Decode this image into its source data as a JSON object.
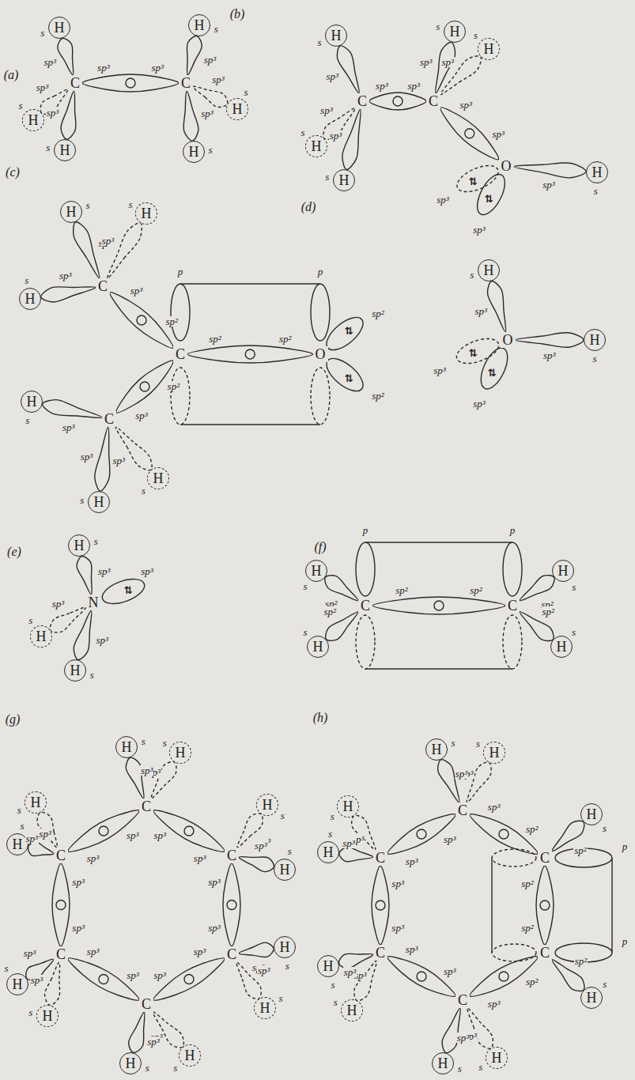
{
  "diagram": {
    "nodes": [
      {
        "text": [
          "C"
        ]
      },
      {
        "text": [
          "C"
        ]
      },
      {
        "text": [
          "H"
        ]
      },
      {
        "text": [
          "H"
        ]
      },
      {
        "text": [
          "H"
        ]
      },
      {
        "text": [
          "H"
        ]
      },
      {
        "text": [
          "H"
        ]
      },
      {
        "text": [
          "H"
        ]
      },
      {
        "text": [
          "C"
        ]
      },
      {
        "text": [
          "C"
        ]
      },
      {
        "text": [
          "H"
        ]
      },
      {
        "text": [
          "H"
        ]
      },
      {
        "text": [
          "H"
        ]
      },
      {
        "text": [
          "H"
        ]
      },
      {
        "text": [
          "H"
        ]
      },
      {
        "text": [
          "O"
        ]
      },
      {
        "text": [
          "H"
        ]
      },
      {
        "text": [
          "C"
        ]
      },
      {
        "text": [
          "C"
        ]
      },
      {
        "text": [
          "C"
        ]
      },
      {
        "text": [
          "O"
        ]
      },
      {
        "text": [
          "H"
        ]
      },
      {
        "text": [
          "H"
        ]
      },
      {
        "text": [
          "H"
        ]
      },
      {
        "text": [
          "H"
        ]
      },
      {
        "text": [
          "H"
        ]
      },
      {
        "text": [
          "H"
        ]
      },
      {
        "text": [
          "O"
        ]
      },
      {
        "text": [
          "H"
        ]
      },
      {
        "text": [
          "H"
        ]
      },
      {
        "text": [
          "N"
        ]
      },
      {
        "text": [
          "H"
        ]
      },
      {
        "text": [
          "H"
        ]
      },
      {
        "text": [
          "H"
        ]
      },
      {
        "text": [
          "C"
        ]
      },
      {
        "text": [
          "C"
        ]
      },
      {
        "text": [
          "H"
        ]
      },
      {
        "text": [
          "H"
        ]
      },
      {
        "text": [
          "H"
        ]
      },
      {
        "text": [
          "H"
        ]
      },
      {
        "text": [
          "C"
        ]
      },
      {
        "text": [
          "C"
        ]
      },
      {
        "text": [
          "C"
        ]
      },
      {
        "text": [
          "C"
        ]
      },
      {
        "text": [
          "C"
        ]
      },
      {
        "text": [
          "C"
        ]
      },
      {
        "text": [
          "H"
        ]
      },
      {
        "text": [
          "H"
        ]
      },
      {
        "text": [
          "H"
        ]
      },
      {
        "text": [
          "H"
        ]
      },
      {
        "text": [
          "H"
        ]
      },
      {
        "text": [
          "H"
        ]
      },
      {
        "text": [
          "H"
        ]
      },
      {
        "text": [
          "H"
        ]
      },
      {
        "text": [
          "H"
        ]
      },
      {
        "text": [
          "H"
        ]
      },
      {
        "text": [
          "H"
        ]
      },
      {
        "text": [
          "H"
        ]
      },
      {
        "text": [
          "C"
        ]
      },
      {
        "text": [
          "C"
        ]
      },
      {
        "text": [
          "C"
        ]
      },
      {
        "text": [
          "C"
        ]
      },
      {
        "text": [
          "C"
        ]
      },
      {
        "text": [
          "C"
        ]
      },
      {
        "text": [
          "H"
        ]
      },
      {
        "text": [
          "H"
        ]
      },
      {
        "text": [
          "H"
        ]
      },
      {
        "text": [
          "H"
        ]
      },
      {
        "text": [
          "H"
        ]
      },
      {
        "text": [
          "H"
        ]
      },
      {
        "text": [
          "H"
        ]
      },
      {
        "text": [
          "H"
        ]
      },
      {
        "text": [
          "H"
        ]
      },
      {
        "text": [
          "H"
        ]
      }
    ],
    "edges": [
      {
        "from": 0,
        "to": 1,
        "arrow": "none"
      },
      {
        "from": 0,
        "to": 2,
        "arrow": "none"
      },
      {
        "from": 0,
        "to": 3,
        "arrow": "none"
      },
      {
        "from": 0,
        "to": 4,
        "arrow": "none"
      },
      {
        "from": 1,
        "to": 5,
        "arrow": "none"
      },
      {
        "from": 1,
        "to": 6,
        "arrow": "none"
      },
      {
        "from": 1,
        "to": 7,
        "arrow": "none"
      },
      {
        "from": 8,
        "to": 9,
        "arrow": "none"
      },
      {
        "from": 8,
        "to": 10,
        "arrow": "none"
      },
      {
        "from": 8,
        "to": 11,
        "arrow": "none"
      },
      {
        "from": 8,
        "to": 12,
        "arrow": "none"
      },
      {
        "from": 9,
        "to": 13,
        "arrow": "none"
      },
      {
        "from": 9,
        "to": 14,
        "arrow": "none"
      },
      {
        "from": 9,
        "to": 15,
        "arrow": "none"
      },
      {
        "from": 15,
        "to": 16,
        "arrow": "none"
      },
      {
        "from": 17,
        "to": 18,
        "arrow": "none"
      },
      {
        "from": 17,
        "to": 19,
        "arrow": "none"
      },
      {
        "from": 17,
        "to": 20,
        "arrow": "none"
      },
      {
        "from": 18,
        "to": 21,
        "arrow": "none"
      },
      {
        "from": 18,
        "to": 22,
        "arrow": "none"
      },
      {
        "from": 18,
        "to": 23,
        "arrow": "none"
      },
      {
        "from": 19,
        "to": 24,
        "arrow": "none"
      },
      {
        "from": 19,
        "to": 25,
        "arrow": "none"
      },
      {
        "from": 19,
        "to": 26,
        "arrow": "none"
      },
      {
        "from": 27,
        "to": 28,
        "arrow": "none"
      },
      {
        "from": 27,
        "to": 29,
        "arrow": "none"
      },
      {
        "from": 30,
        "to": 31,
        "arrow": "none"
      },
      {
        "from": 30,
        "to": 32,
        "arrow": "none"
      },
      {
        "from": 30,
        "to": 33,
        "arrow": "none"
      },
      {
        "from": 34,
        "to": 35,
        "arrow": "none"
      },
      {
        "from": 34,
        "to": 36,
        "arrow": "none"
      },
      {
        "from": 34,
        "to": 37,
        "arrow": "none"
      },
      {
        "from": 35,
        "to": 38,
        "arrow": "none"
      },
      {
        "from": 35,
        "to": 39,
        "arrow": "none"
      },
      {
        "from": 40,
        "to": 41,
        "arrow": "none"
      },
      {
        "from": 41,
        "to": 42,
        "arrow": "none"
      },
      {
        "from": 42,
        "to": 43,
        "arrow": "none"
      },
      {
        "from": 43,
        "to": 44,
        "arrow": "none"
      },
      {
        "from": 44,
        "to": 45,
        "arrow": "none"
      },
      {
        "from": 45,
        "to": 40,
        "arrow": "none"
      },
      {
        "from": 40,
        "to": 46,
        "arrow": "none"
      },
      {
        "from": 40,
        "to": 47,
        "arrow": "none"
      },
      {
        "from": 41,
        "to": 48,
        "arrow": "none"
      },
      {
        "from": 41,
        "to": 49,
        "arrow": "none"
      },
      {
        "from": 42,
        "to": 50,
        "arrow": "none"
      },
      {
        "from": 42,
        "to": 51,
        "arrow": "none"
      },
      {
        "from": 43,
        "to": 52,
        "arrow": "none"
      },
      {
        "from": 43,
        "to": 53,
        "arrow": "none"
      },
      {
        "from": 44,
        "to": 54,
        "arrow": "none"
      },
      {
        "from": 44,
        "to": 55,
        "arrow": "none"
      },
      {
        "from": 45,
        "to": 56,
        "arrow": "none"
      },
      {
        "from": 45,
        "to": 57,
        "arrow": "none"
      },
      {
        "from": 58,
        "to": 59,
        "arrow": "none"
      },
      {
        "from": 59,
        "to": 60,
        "arrow": "none"
      },
      {
        "from": 60,
        "to": 61,
        "arrow": "none"
      },
      {
        "from": 61,
        "to": 62,
        "arrow": "none"
      },
      {
        "from": 62,
        "to": 63,
        "arrow": "none"
      },
      {
        "from": 63,
        "to": 58,
        "arrow": "none"
      },
      {
        "from": 58,
        "to": 64,
        "arrow": "none"
      },
      {
        "from": 58,
        "to": 65,
        "arrow": "none"
      },
      {
        "from": 59,
        "to": 66,
        "arrow": "none"
      },
      {
        "from": 60,
        "to": 67,
        "arrow": "none"
      },
      {
        "from": 61,
        "to": 68,
        "arrow": "none"
      },
      {
        "from": 61,
        "to": 69,
        "arrow": "none"
      },
      {
        "from": 62,
        "to": 70,
        "arrow": "none"
      },
      {
        "from": 62,
        "to": 71,
        "arrow": "none"
      },
      {
        "from": 63,
        "to": 72,
        "arrow": "none"
      },
      {
        "from": 63,
        "to": 73,
        "arrow": "none"
      }
    ],
    "labels": [
      "sp³",
      "sp³",
      "sp³",
      "s",
      "sp³",
      "s",
      "sp³",
      "s",
      "sp³",
      "s",
      "sp³",
      "s",
      "sp³",
      "s",
      "sp³",
      "sp³",
      "sp³",
      "s",
      "sp³",
      "s",
      "sp³",
      "s",
      "sp³",
      "s",
      "sp³",
      "s",
      "sp³",
      "sp³",
      "sp³",
      "s",
      "sp²",
      "sp³",
      "sp²",
      "sp³",
      "sp²",
      "sp²",
      "sp³",
      "s",
      "sp³",
      "s",
      "sp³",
      "s",
      "sp³",
      "s",
      "sp³",
      "s",
      "sp³",
      "s",
      "sp³",
      "s",
      "sp³",
      "s",
      "sp³",
      "s",
      "sp³",
      "s",
      "sp³",
      "s",
      "sp²",
      "sp²",
      "sp²",
      "s",
      "sp²",
      "s",
      "sp²",
      "s",
      "sp²",
      "s",
      "sp³",
      "sp³",
      "sp³",
      "sp³",
      "sp³",
      "sp³",
      "sp³",
      "sp³",
      "sp³",
      "sp³",
      "sp³",
      "sp³",
      "sp³",
      "s",
      "sp³",
      "s",
      "sp³",
      "s",
      "sp³",
      "s",
      "sp³",
      "s",
      "sp³",
      "s",
      "sp³",
      "s",
      "sp³",
      "s",
      "sp³",
      "s",
      "sp³",
      "s",
      "sp³",
      "s",
      "sp³",
      "s",
      "sp³",
      "sp²",
      "sp²",
      "sp²",
      "sp²",
      "sp³",
      "sp³",
      "sp³",
      "sp³",
      "sp³",
      "sp³",
      "sp³",
      "sp³",
      "s",
      "sp³",
      "s",
      "sp²",
      "s",
      "sp²",
      "s",
      "sp³",
      "s",
      "sp³",
      "s",
      "sp³",
      "s",
      "sp³",
      "s",
      "sp³",
      "s",
      "sp³",
      "s",
      "(a)",
      "(b)",
      "(c)",
      "(d)",
      "(e)",
      "(f)",
      "(g)",
      "(h)",
      "⇅",
      "sp³",
      "⇅",
      "sp³",
      "p",
      "p",
      "⇅",
      "sp²",
      "⇅",
      "sp²",
      "⇅",
      "sp³",
      "⇅",
      "sp³",
      "⇅",
      "sp³",
      "p",
      "p",
      "p",
      "p"
    ]
  }
}
